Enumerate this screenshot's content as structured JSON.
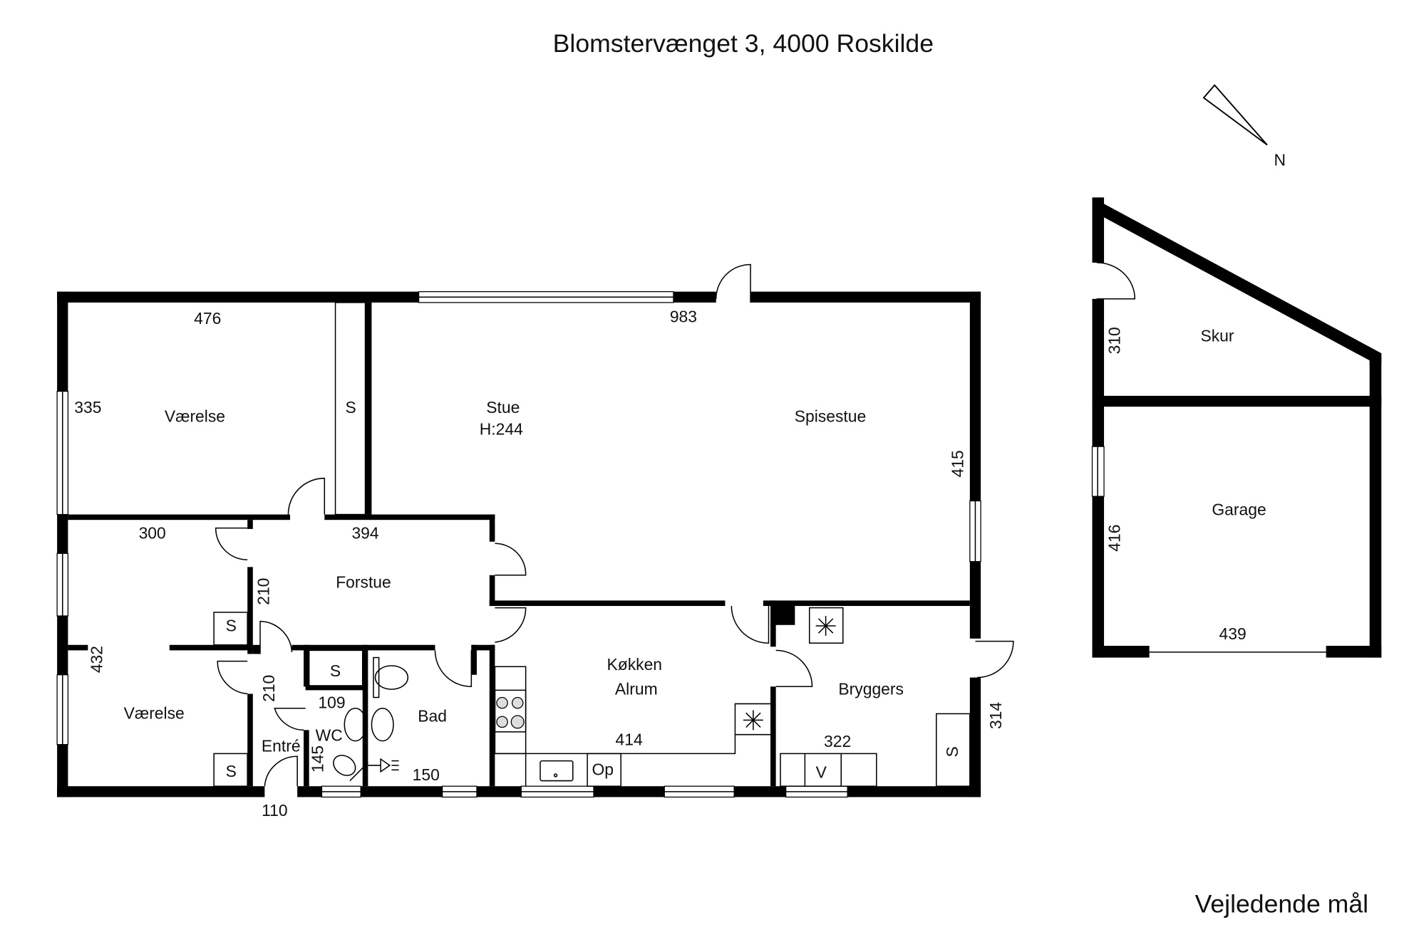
{
  "title": "Blomstervænget 3, 4000 Roskilde",
  "footer_note": "Vejledende mål",
  "compass_label": "N",
  "house": {
    "rooms": {
      "vaerelse_top": {
        "name": "Værelse",
        "width": "476",
        "depth": "335"
      },
      "closet_top": {
        "name": "S"
      },
      "stue": {
        "name": "Stue",
        "height": "H:244",
        "width": "983"
      },
      "spisestue": {
        "name": "Spisestue",
        "depth": "415"
      },
      "forstue": {
        "name": "Forstue",
        "width": "394",
        "depth": "210"
      },
      "vaerelse_bottom": {
        "name": "Værelse",
        "width": "300",
        "depth": "432"
      },
      "closet_a": {
        "name": "S"
      },
      "closet_b": {
        "name": "S"
      },
      "closet_wc": {
        "name": "S"
      },
      "entre": {
        "name": "Entré",
        "depth": "210",
        "width": "110"
      },
      "wc": {
        "name": "WC",
        "width": "109",
        "depth": "145"
      },
      "bad": {
        "name": "Bad",
        "width": "150"
      },
      "kokken": {
        "name": "Køkken",
        "name2": "Alrum",
        "width": "414",
        "appliance": "Op"
      },
      "bryggers": {
        "name": "Bryggers",
        "width": "322",
        "depth": "314",
        "appliance": "V",
        "closet": "S"
      }
    }
  },
  "outbuilding": {
    "skur": {
      "name": "Skur",
      "depth": "310"
    },
    "garage": {
      "name": "Garage",
      "depth": "416",
      "width": "439"
    }
  }
}
